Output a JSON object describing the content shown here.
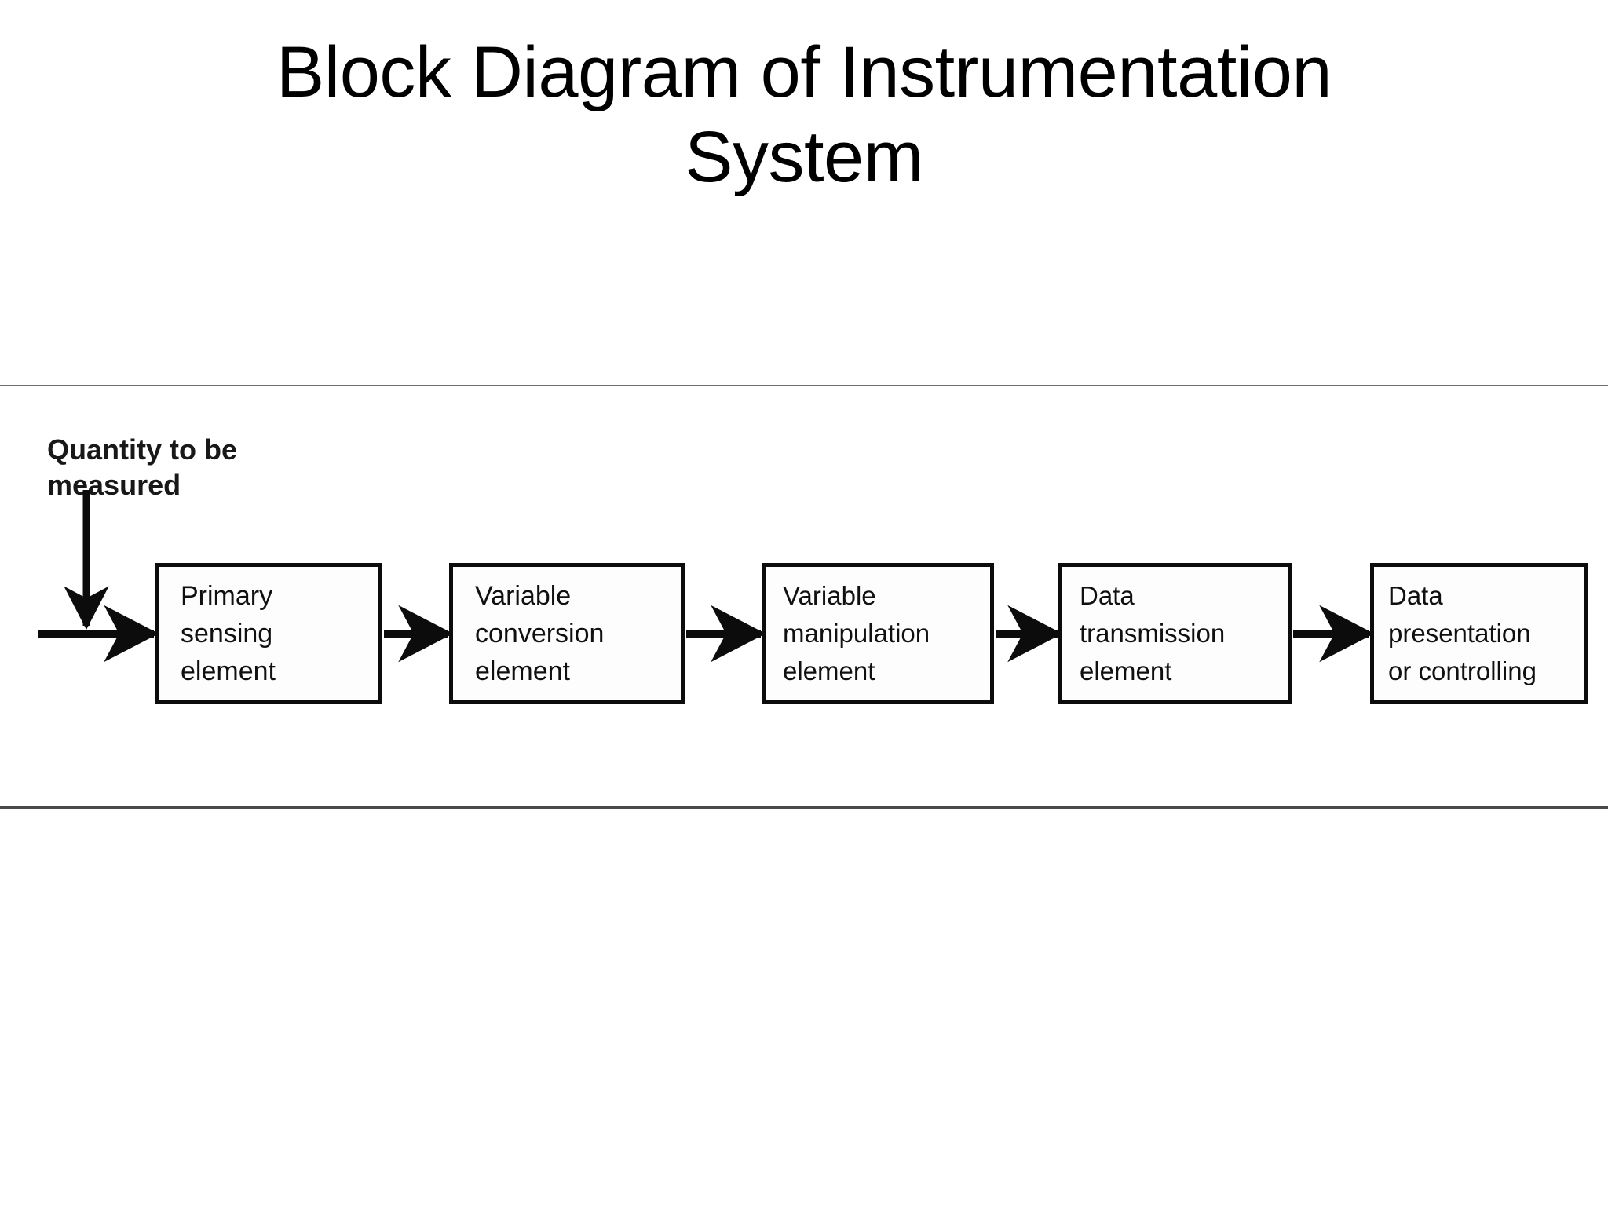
{
  "slide": {
    "title_lines": [
      "Block Diagram of Instrumentation",
      "System"
    ],
    "background_color": "#ffffff",
    "text_color": "#000000"
  },
  "figure": {
    "input_label_lines": [
      "Quantity to be",
      "measured"
    ],
    "line_color": "#0c0c0c",
    "divider_color": "#6f6f6f",
    "blocks": [
      {
        "id": "primary-sensing-element",
        "lines": [
          "Primary",
          "sensing",
          "element"
        ]
      },
      {
        "id": "variable-conversion-element",
        "lines": [
          "Variable",
          "conversion",
          "element"
        ]
      },
      {
        "id": "variable-manipulation-element",
        "lines": [
          "Variable",
          "manipulation",
          "element"
        ]
      },
      {
        "id": "data-transmission-element",
        "lines": [
          "Data",
          "transmission",
          "element"
        ]
      },
      {
        "id": "data-presentation-controlling",
        "lines": [
          "Data",
          "presentation",
          "or controlling"
        ]
      }
    ],
    "flow_direction": "left-to-right",
    "arrow_count": 5
  }
}
